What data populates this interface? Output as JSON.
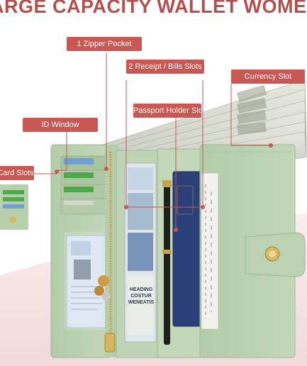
{
  "headline": "ARGE CAPACITY WALLET WOMEN",
  "callouts": {
    "zipper_pocket": "1 Zipper Pocket",
    "receipt_slots": "2 Receipt / Bills Slots",
    "currency_slot": "Currency Slot",
    "passport_slot": "Passport Holder Slot",
    "id_window": "ID Window",
    "card_slots": "Card Slots"
  },
  "id_window_text": {
    "line1": "HEADING",
    "line2": "COSTUR",
    "line3": "WENEATIS"
  },
  "colors": {
    "wallet_green": "#b7cfad",
    "callout_red": "#c95754",
    "passport_blue": "#2b3f78"
  }
}
